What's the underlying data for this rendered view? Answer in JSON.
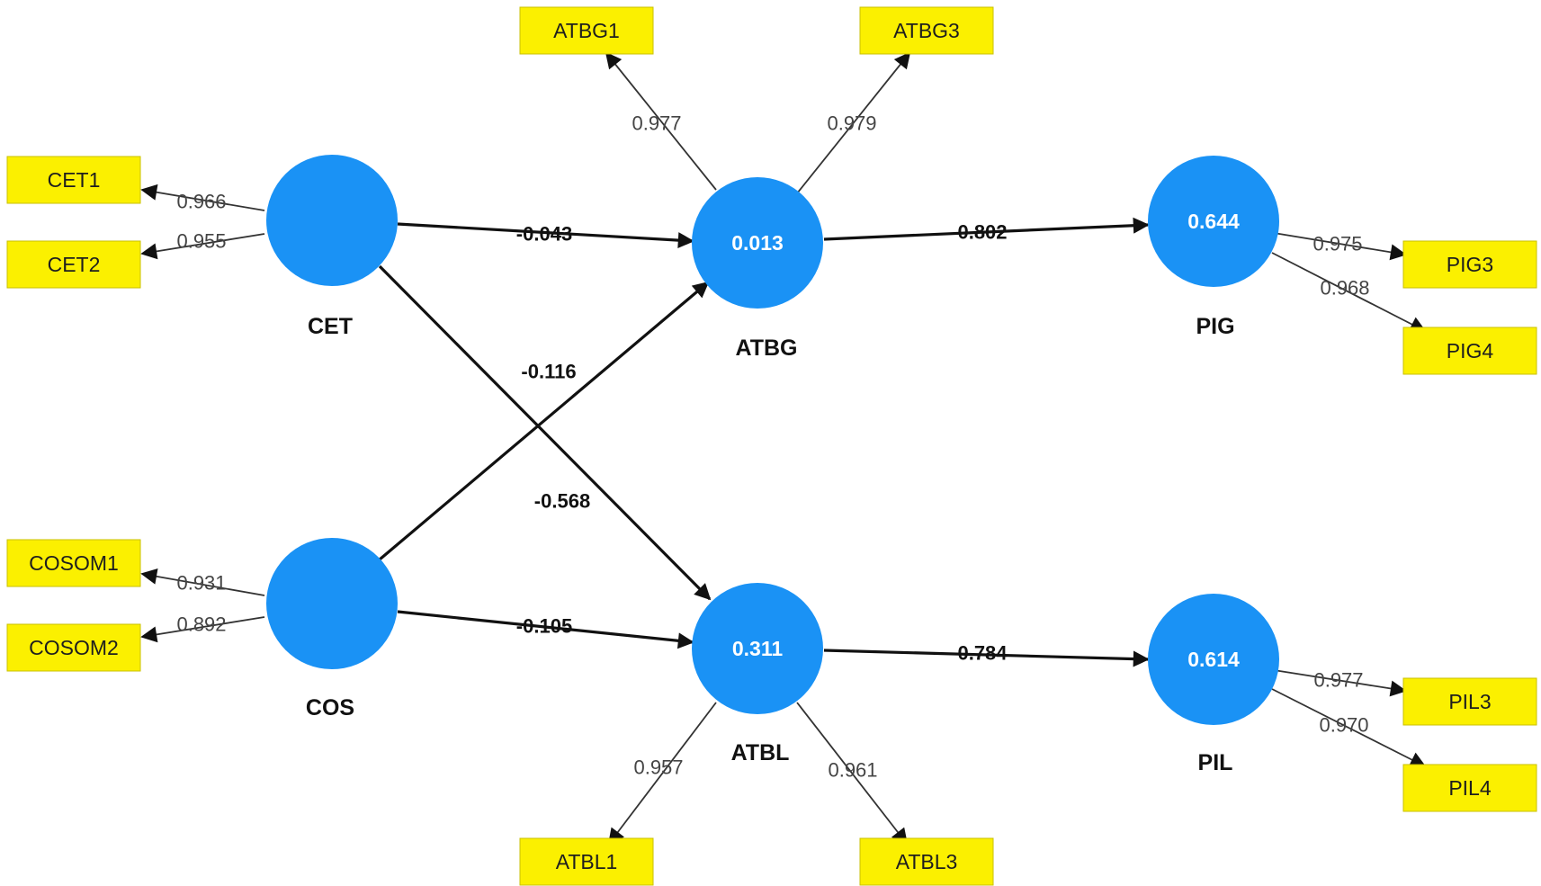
{
  "colors": {
    "construct": "#1a92f5",
    "indicator": "#fbf000",
    "line": "#111111"
  },
  "constructs": {
    "CET": {
      "label": "CET",
      "r2": ""
    },
    "COS": {
      "label": "COS",
      "r2": ""
    },
    "ATBG": {
      "label": "ATBG",
      "r2": "0.013"
    },
    "ATBL": {
      "label": "ATBL",
      "r2": "0.311"
    },
    "PIG": {
      "label": "PIG",
      "r2": "0.644"
    },
    "PIL": {
      "label": "PIL",
      "r2": "0.614"
    }
  },
  "indicators": {
    "CET1": "CET1",
    "CET2": "CET2",
    "COSOM1": "COSOM1",
    "COSOM2": "COSOM2",
    "ATBG1": "ATBG1",
    "ATBG3": "ATBG3",
    "ATBL1": "ATBL1",
    "ATBL3": "ATBL3",
    "PIG3": "PIG3",
    "PIG4": "PIG4",
    "PIL3": "PIL3",
    "PIL4": "PIL4"
  },
  "paths": {
    "CET_ATBG": "-0.043",
    "COS_ATBG": "-0.116",
    "CET_ATBL": "-0.568",
    "COS_ATBL": "-0.105",
    "ATBG_PIG": "0.802",
    "ATBL_PIL": "0.784"
  },
  "loadings": {
    "CET1": "0.966",
    "CET2": "0.955",
    "COSOM1": "0.931",
    "COSOM2": "0.892",
    "ATBG1": "0.977",
    "ATBG3": "0.979",
    "ATBL1": "0.957",
    "ATBL3": "0.961",
    "PIG3": "0.975",
    "PIG4": "0.968",
    "PIL3": "0.977",
    "PIL4": "0.970"
  }
}
